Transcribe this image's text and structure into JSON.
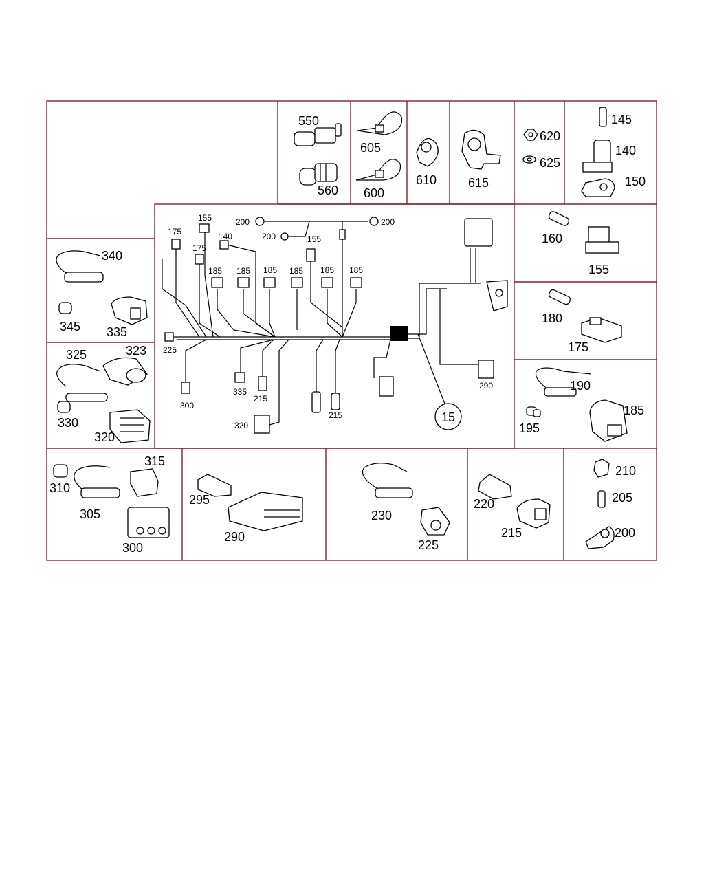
{
  "callouts": {
    "c550": "550",
    "c560": "560",
    "c605": "605",
    "c600": "600",
    "c610": "610",
    "c615": "615",
    "c620": "620",
    "c625": "625",
    "c145": "145",
    "c140": "140",
    "c150": "150",
    "c160": "160",
    "c155": "155",
    "c180": "180",
    "c175": "175",
    "c190": "190",
    "c185": "185",
    "c195": "195",
    "c340": "340",
    "c345": "345",
    "c335": "335",
    "c325": "325",
    "c323": "323",
    "c330": "330",
    "c320": "320",
    "c310": "310",
    "c315": "315",
    "c305": "305",
    "c300": "300",
    "c295": "295",
    "c290": "290",
    "c230": "230",
    "c225": "225",
    "c220": "220",
    "c215": "215",
    "c210": "210",
    "c205": "205",
    "c200": "200"
  },
  "harness": {
    "l155": "155",
    "l175a": "175",
    "l175b": "175",
    "l140": "140",
    "l200a": "200",
    "l200b": "200",
    "l200c": "200",
    "l155b": "155",
    "l185a": "185",
    "l185b": "185",
    "l185c": "185",
    "l185d": "185",
    "l185e": "185",
    "l185f": "185",
    "l225": "225",
    "l300": "300",
    "l335": "335",
    "l215a": "215",
    "l215b": "215",
    "l320": "320",
    "l290": "290",
    "l15": "15"
  }
}
